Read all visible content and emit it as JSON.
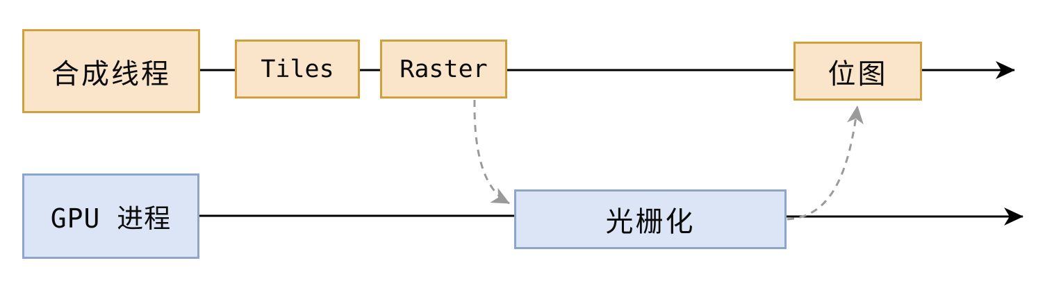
{
  "diagram": {
    "description": "Compositor thread and GPU process rasterization pipeline",
    "nodes": [
      {
        "id": "compositor-thread",
        "label": "合成线程",
        "style": "orange"
      },
      {
        "id": "tiles",
        "label": "Tiles",
        "style": "orange"
      },
      {
        "id": "raster",
        "label": "Raster",
        "style": "orange"
      },
      {
        "id": "bitmap",
        "label": "位图",
        "style": "orange"
      },
      {
        "id": "gpu-process",
        "label": "GPU 进程",
        "style": "blue"
      },
      {
        "id": "rasterize",
        "label": "光栅化",
        "style": "blue"
      }
    ],
    "edges": [
      {
        "from": "compositor-thread",
        "to": "tiles",
        "style": "solid-black"
      },
      {
        "from": "tiles",
        "to": "raster",
        "style": "solid-black"
      },
      {
        "from": "raster",
        "to": "bitmap",
        "style": "solid-black"
      },
      {
        "from": "bitmap",
        "to": "right-edge",
        "style": "solid-black-arrow"
      },
      {
        "from": "gpu-process",
        "to": "rasterize",
        "style": "solid-black"
      },
      {
        "from": "rasterize",
        "to": "right-edge",
        "style": "solid-black-arrow"
      },
      {
        "from": "raster",
        "to": "rasterize",
        "style": "dashed-gray-arrow"
      },
      {
        "from": "rasterize",
        "to": "bitmap",
        "style": "dashed-gray-arrow"
      }
    ],
    "colors": {
      "background": "#ffffff",
      "orange_fill": "#fae5cb",
      "orange_border": "#d0a03c",
      "blue_fill": "#dbe5f5",
      "blue_border": "#8ca5cd",
      "solid_line": "#000000",
      "dashed_line": "#9a9a9a",
      "text": "#0b0b0b"
    }
  }
}
